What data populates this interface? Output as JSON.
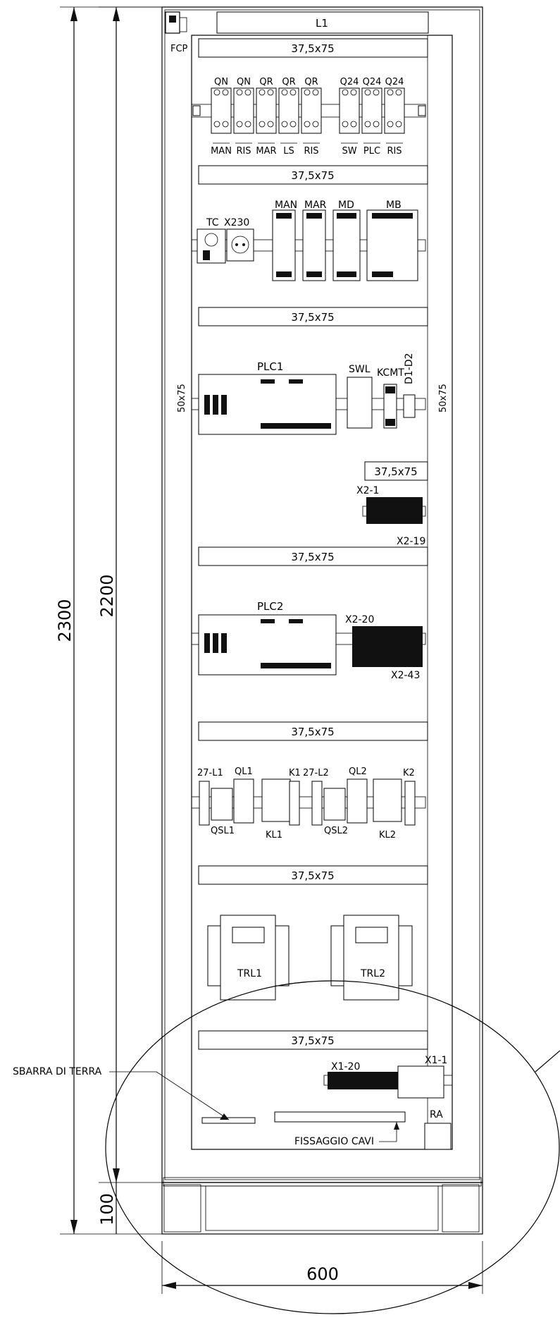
{
  "dimensions": {
    "total_height": "2300",
    "cabinet_height": "2200",
    "plinth_height": "100",
    "width": "600"
  },
  "ducts": {
    "top_label": "L1",
    "row": "37,5x75",
    "side_left": "50x75",
    "side_right": "50x75"
  },
  "devices": {
    "fcp": "FCP",
    "breakers_top": [
      "QN",
      "QN",
      "QR",
      "QR",
      "QR",
      "Q24",
      "Q24",
      "Q24"
    ],
    "breakers_bottom": [
      "MAN",
      "RIS",
      "MAR",
      "LS",
      "RIS",
      "SW",
      "PLC",
      "RIS"
    ],
    "row2": {
      "tc": "TC",
      "x230": "X230",
      "man": "MAN",
      "mar": "MAR",
      "md": "MD",
      "mb": "MB"
    },
    "row3": {
      "plc1": "PLC1",
      "swl": "SWL",
      "kcmt": "KCMT",
      "d1d2": "D1-D2"
    },
    "row4": {
      "x2_1": "X2-1",
      "x2_19": "X2-19"
    },
    "row5": {
      "plc2": "PLC2",
      "x2_20": "X2-20",
      "x2_43": "X2-43"
    },
    "row6": {
      "l1_27": "27-L1",
      "ql1": "QL1",
      "k1": "K1",
      "l2_27": "27-L2",
      "ql2": "QL2",
      "k2": "K2",
      "qsl1": "QSL1",
      "kl1": "KL1",
      "qsl2": "QSL2",
      "kl2": "KL2"
    },
    "row7": {
      "trl1": "TRL1",
      "trl2": "TRL2"
    },
    "row8": {
      "x1_20": "X1-20",
      "x1_1": "X1-1",
      "ra": "RA"
    }
  },
  "annotations": {
    "earth_bar": "SBARRA DI TERRA",
    "cable_fixing": "FISSAGGIO CAVI"
  }
}
